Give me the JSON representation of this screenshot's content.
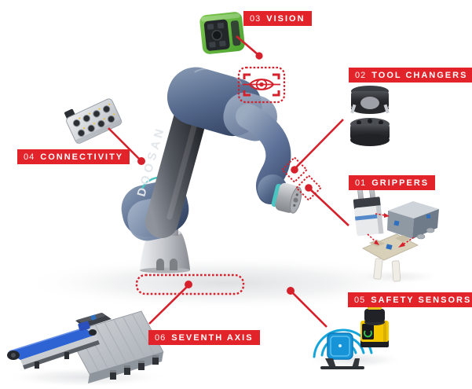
{
  "robot": {
    "brand": "DOOSAN"
  },
  "callouts": {
    "grippers": {
      "number": "01",
      "name": "GRIPPERS"
    },
    "tool_changers": {
      "number": "02",
      "name": "TOOL CHANGERS"
    },
    "vision": {
      "number": "03",
      "name": "VISION"
    },
    "connectivity": {
      "number": "04",
      "name": "CONNECTIVITY"
    },
    "safety_sensors": {
      "number": "05",
      "name": "SAFETY SENSORS"
    },
    "seventh_axis": {
      "number": "06",
      "name": "SEVENTH AXIS"
    }
  },
  "colors": {
    "accent_red": "#e2232a",
    "label_text": "#ffffff",
    "robot_blue": "#54688c",
    "robot_dark_blue": "#2c3b58",
    "arm_tube_gray": "#54585f",
    "base_silver": "#c6c9ce",
    "teal_accent": "#49c4c0",
    "camera_green": "#5fb63c",
    "wireless_blue": "#14a5db",
    "radar_blue": "#1793d8",
    "scanner_yellow": "#f3c600",
    "belt_blue": "#2e63d4"
  },
  "icons": {
    "vision_hotspot": "eye-in-viewfinder-icon",
    "wrist_hotspot": "dashed-diamond-marker-icon",
    "base_hotspot": "dashed-slot-marker-icon",
    "wireless": "wifi-arcs-icon"
  }
}
